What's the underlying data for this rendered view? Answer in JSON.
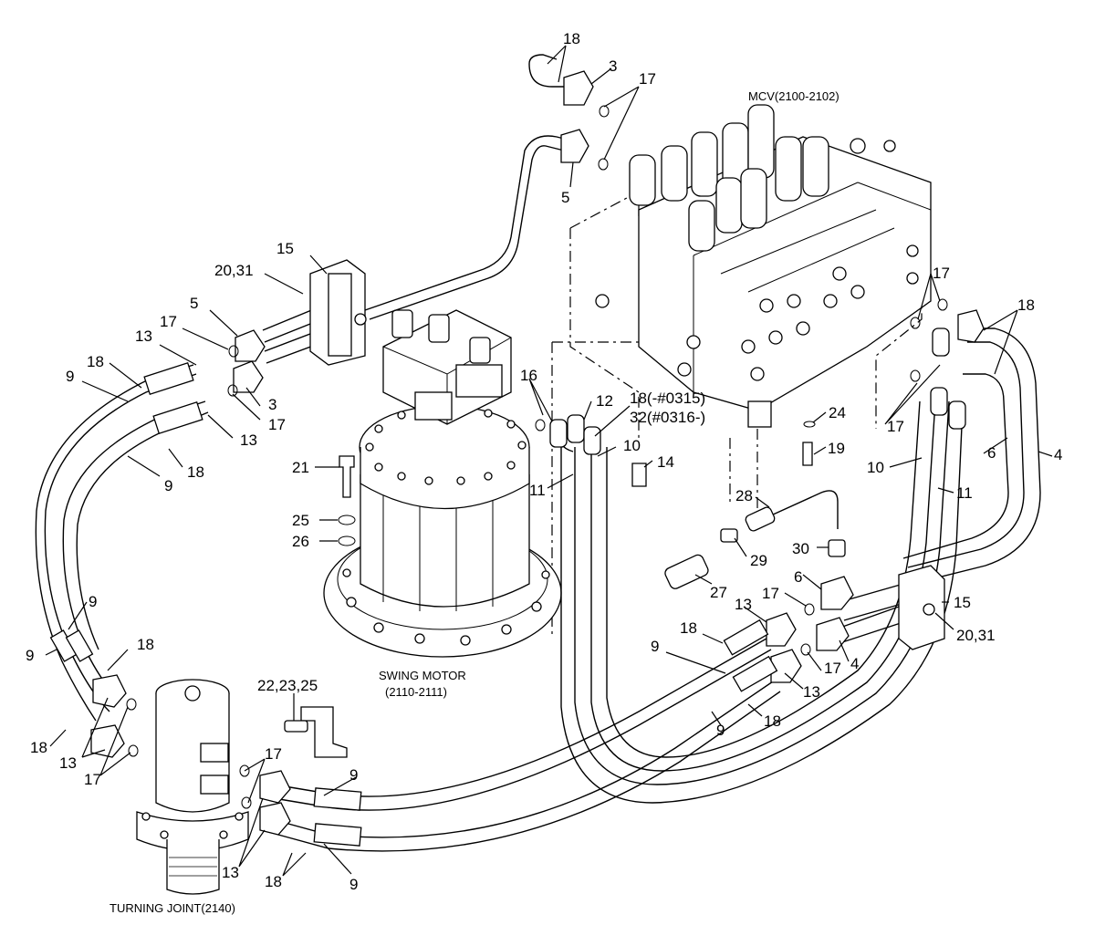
{
  "diagram": {
    "callouts": {
      "c18_top": "18",
      "c3_top": "3",
      "c17_top": "17",
      "c5_top": "5",
      "c15_left": "15",
      "c2031_left": "20,31",
      "c5_left": "5",
      "c17_left1": "17",
      "c13_left1": "13",
      "c18_left1": "18",
      "c9_left1": "9",
      "c3_left": "3",
      "c17_left2": "17",
      "c13_left2": "13",
      "c18_left2": "18",
      "c9_left2": "9",
      "c16": "16",
      "c12": "12",
      "c18_mid": "18(-#0315)",
      "c32_mid": "32(#0316-)",
      "c10_mid": "10",
      "c11_mid": "11",
      "c14": "14",
      "c21": "21",
      "c25": "25",
      "c26": "26",
      "c24": "24",
      "c17_mcv": "17",
      "c17_right1": "17",
      "c18_right1": "18",
      "c19": "19",
      "c10_right": "10",
      "c6_right": "6",
      "c4_right": "4",
      "c11_right": "11",
      "c28": "28",
      "c29": "29",
      "c30": "30",
      "c27": "27",
      "c6_low": "6",
      "c17_low": "17",
      "c15_right": "15",
      "c2031_right": "20,31",
      "c13_low1": "13",
      "c18_low1": "18",
      "c9_low1": "9",
      "c17_low2": "17",
      "c4_low": "4",
      "c13_low2": "13",
      "c9_low2": "9",
      "c18_low2": "18",
      "c9_lowleft": "9",
      "c18_lowleft1": "18",
      "c9_lowleft2": "9",
      "c18_lowleft2": "18",
      "c13_lowleft": "13",
      "c17_lowleft": "17",
      "c222325": "22,23,25",
      "c17_tj": "17",
      "c9_tj1": "9",
      "c13_tj": "13",
      "c18_tj": "18",
      "c9_tj2": "9"
    },
    "captions": {
      "mcv": "MCV(2100-2102)",
      "swing_motor_line1": "SWING MOTOR",
      "swing_motor_line2": "(2110-2111)",
      "turning_joint": "TURNING JOINT(2140)"
    }
  }
}
